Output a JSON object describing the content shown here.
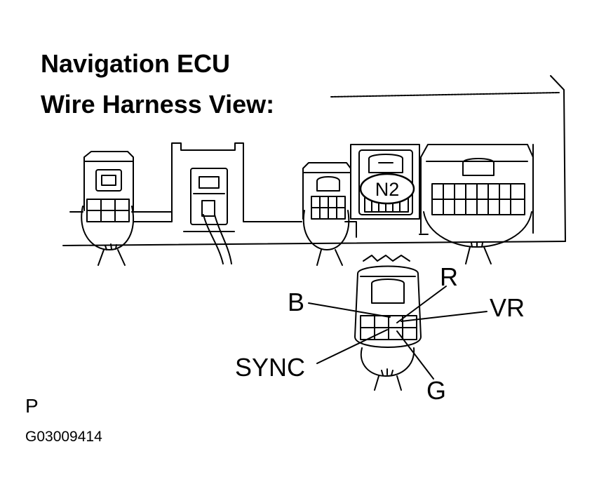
{
  "title": {
    "line1": "Navigation ECU",
    "line2": "Wire Harness View:"
  },
  "connector": {
    "name": "N2"
  },
  "pins": {
    "b": "B",
    "r": "R",
    "vr": "VR",
    "sync": "SYNC",
    "g": "G"
  },
  "page_marker": "P",
  "figure_id": "G03009414"
}
